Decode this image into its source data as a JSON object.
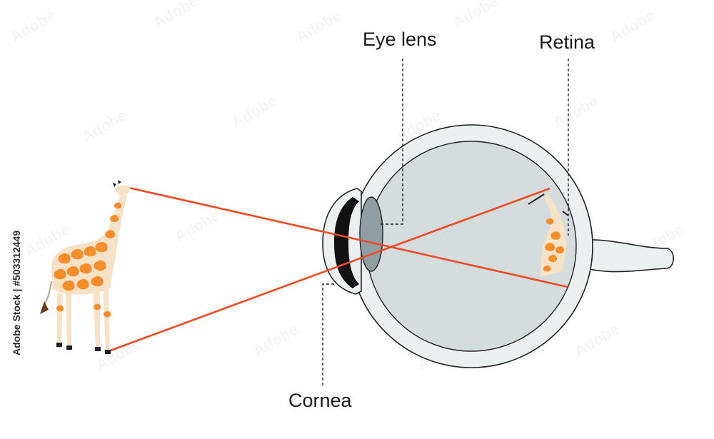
{
  "labels": {
    "eye_lens": "Eye lens",
    "retina": "Retina",
    "cornea": "Cornea"
  },
  "watermark": {
    "vertical_text": "Adobe Stock | #503312449"
  },
  "colors": {
    "light_ray": "#f04a23",
    "giraffe_patch": "#f58d2a",
    "giraffe_body": "#f6e2c6",
    "eye_wall": "#edf0f1",
    "vitreous": "#d4dcde",
    "lens": "#8f9ea3",
    "cornea_iris": "#111111"
  }
}
